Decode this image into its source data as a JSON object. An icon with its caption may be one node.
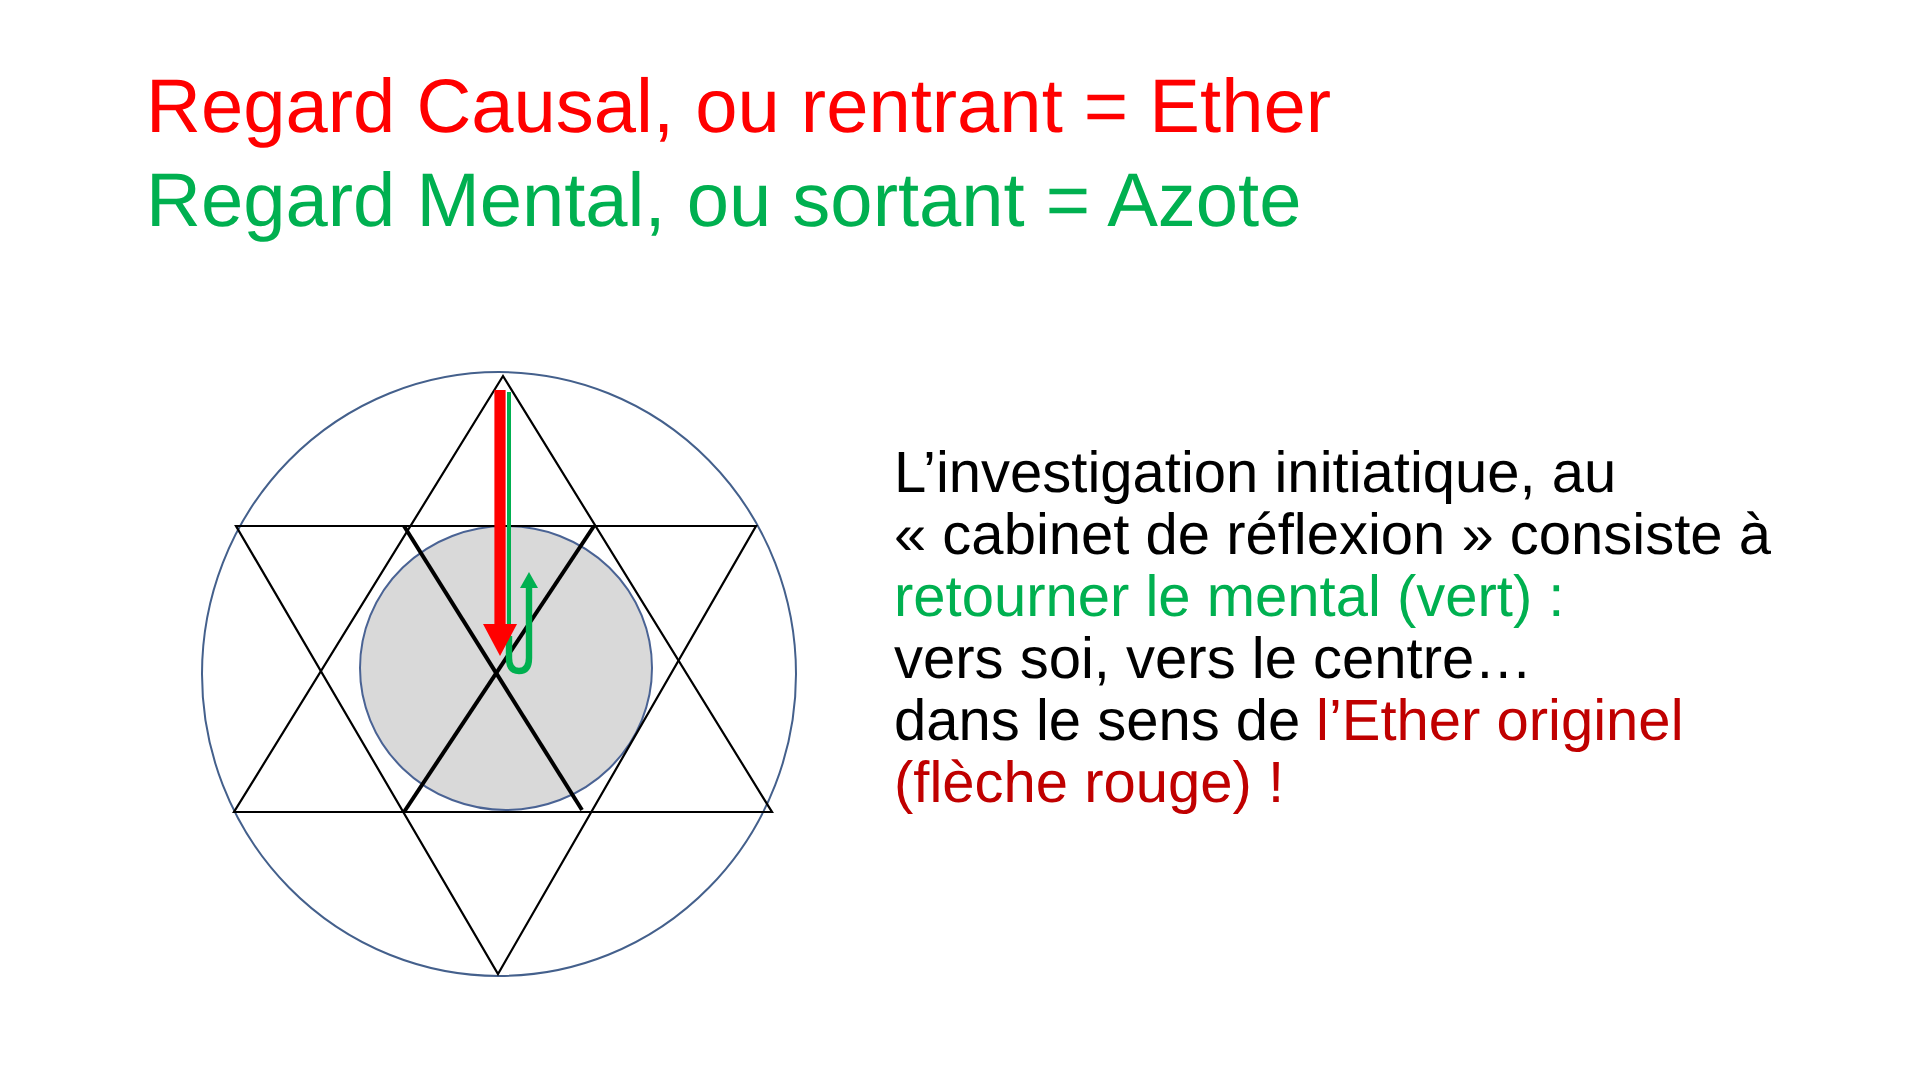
{
  "diagram": {
    "labels": [
      "Regard Causal, ou rentrant = Ether",
      "Regard Mental, ou sortant = Azote",
      "L’investigation initiatique, au",
      "« cabinet de réflexion » consiste à",
      "retourner le mental (vert) :",
      "vers soi, vers le centre…",
      "dans le sens de",
      "l’Ether originel",
      "(flèche rouge) !"
    ]
  }
}
